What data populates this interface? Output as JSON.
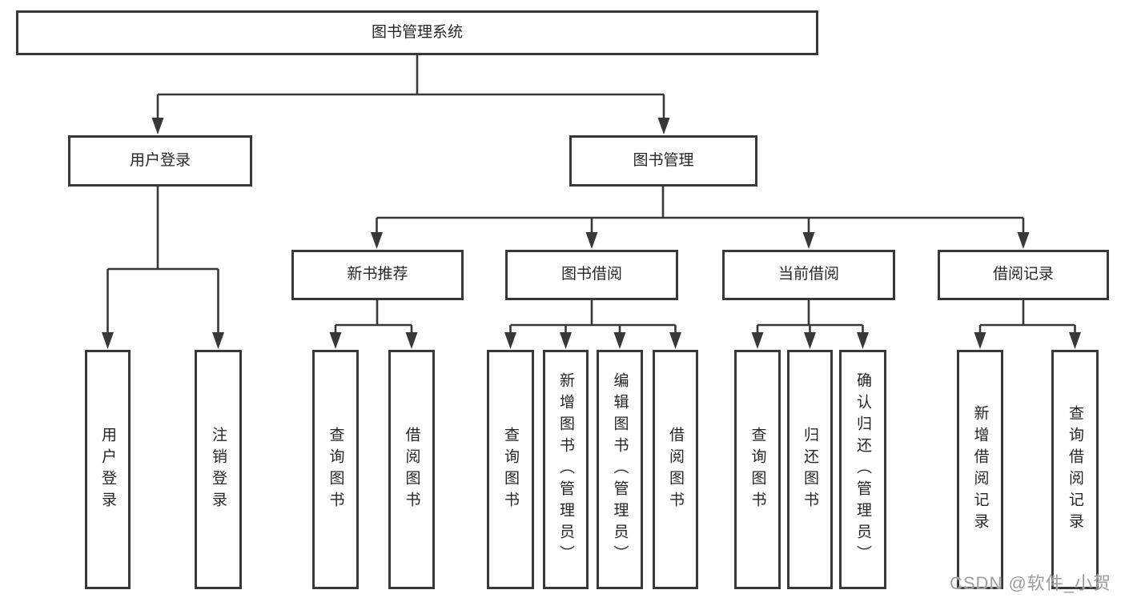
{
  "diagram": {
    "type": "hierarchy-tree",
    "colors": {
      "background": "#ffffff",
      "box_border": "#383838",
      "connector_line": "#383838",
      "text": "#262626",
      "watermark_text": "#9e9e9e"
    },
    "tree": {
      "root": {
        "label": "图书管理系统"
      },
      "branches": [
        {
          "label": "用户登录",
          "leaves": [
            {
              "label": "用户登录"
            },
            {
              "label": "注销登录"
            }
          ]
        },
        {
          "label": "图书管理",
          "groups": [
            {
              "label": "新书推荐",
              "leaves": [
                {
                  "label": "查询图书"
                },
                {
                  "label": "借阅图书"
                }
              ]
            },
            {
              "label": "图书借阅",
              "leaves": [
                {
                  "label": "查询图书"
                },
                {
                  "label": "新增图书（管理员）"
                },
                {
                  "label": "编辑图书（管理员）"
                },
                {
                  "label": "借阅图书"
                }
              ]
            },
            {
              "label": "当前借阅",
              "leaves": [
                {
                  "label": "查询图书"
                },
                {
                  "label": "归还图书"
                },
                {
                  "label": "确认归还（管理员）"
                }
              ]
            },
            {
              "label": "借阅记录",
              "leaves": [
                {
                  "label": "新增借阅记录"
                },
                {
                  "label": "查询借阅记录"
                }
              ]
            }
          ]
        }
      ]
    },
    "watermark": {
      "text": "CSDN @软件_小贺同学"
    }
  }
}
